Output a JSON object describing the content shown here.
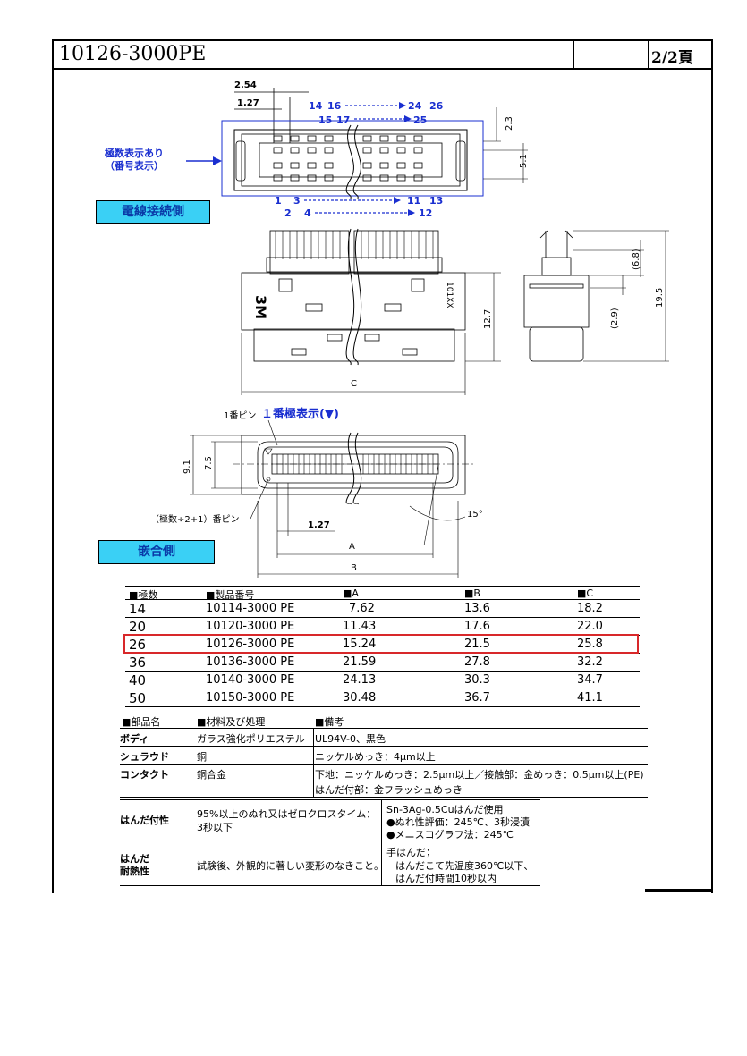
{
  "header": {
    "title": "10126-3000PE",
    "page": "2/2頁"
  },
  "drawing": {
    "dims_top": [
      "2.54",
      "1.27"
    ],
    "pin_top_row1": [
      "14",
      "16",
      "24",
      "26"
    ],
    "pin_top_row2": [
      "15",
      "17",
      "25"
    ],
    "pin_bot_row1": [
      "1",
      "3",
      "11",
      "13"
    ],
    "pin_bot_row2": [
      "2",
      "4",
      "12"
    ],
    "dim_2_3": "2.3",
    "dim_5_1": "5.1",
    "pin_number_note_l1": "極数表示あり",
    "pin_number_note_l2": "（番号表示）",
    "wire_side_label": "電線接続側",
    "logo": "3M",
    "model_mark": "101XX",
    "dim_12_7": "12.7",
    "dim_C": "C",
    "dim_6_8": "(6.8)",
    "dim_2_9": "(2.9)",
    "dim_19_5": "19.5",
    "pin1_label_a": "1番ピン",
    "pin1_label_b": "１番極表示(▼)",
    "dim_9_1": "9.1",
    "dim_7_5": "7.5",
    "last_pin_label": "（極数÷2+1）番ピン",
    "dim_1_27": "1.27",
    "dim_15deg": "15°",
    "dim_A": "A",
    "dim_B": "B",
    "mating_side_label": "嵌合側"
  },
  "size_table": {
    "headers": [
      "■極数",
      "■製品番号",
      "■A",
      "■B",
      "■C"
    ],
    "rows": [
      [
        "14",
        "10114-3000 PE",
        "7.62",
        "13.6",
        "18.2"
      ],
      [
        "20",
        "10120-3000 PE",
        "11.43",
        "17.6",
        "22.0"
      ],
      [
        "26",
        "10126-3000 PE",
        "15.24",
        "21.5",
        "25.8"
      ],
      [
        "36",
        "10136-3000 PE",
        "21.59",
        "27.8",
        "32.2"
      ],
      [
        "40",
        "10140-3000 PE",
        "24.13",
        "30.3",
        "34.7"
      ],
      [
        "50",
        "10150-3000 PE",
        "30.48",
        "36.7",
        "41.1"
      ]
    ]
  },
  "material_table": {
    "headers": [
      "■部品名",
      "■材料及び処理",
      "■備考"
    ],
    "rows": [
      {
        "part": "ボディ",
        "material": "ガラス強化ポリエステル",
        "note": "UL94V-0、黒色"
      },
      {
        "part": "シュラウド",
        "material": "銅",
        "note": "ニッケルめっき：4μm以上"
      },
      {
        "part": "コンタクト",
        "material": "銅合金",
        "note": "下地：ニッケルめっき：2.5μm以上／接触部：金めっき：0.5μm以上(PE)",
        "note2": "はんだ付部：金フラッシュめっき"
      }
    ]
  },
  "solder_table": {
    "rows": [
      {
        "item": "はんだ付性",
        "cond_l1": "95%以上のぬれ又はゼロクロスタイム：",
        "cond_l2": "3秒以下",
        "note_l1": "Sn-3Ag-0.5Cuはんだ使用",
        "note_l2": "●ぬれ性評価：245℃、3秒浸漬",
        "note_l3": "●メニスコグラフ法：245℃"
      },
      {
        "item_l1": "はんだ",
        "item_l2": "耐熱性",
        "cond_l1": "試験後、外観的に著しい変形のなきこと。",
        "note_l1": "手はんだ；",
        "note_l2": "はんだこて先温度360℃以下、",
        "note_l3": "はんだ付時間10秒以内"
      }
    ]
  }
}
